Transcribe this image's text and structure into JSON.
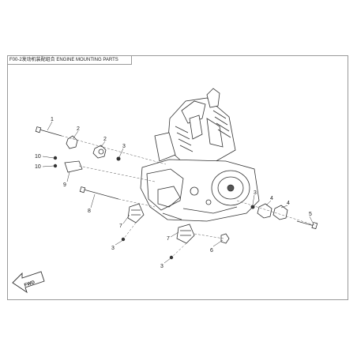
{
  "title": "F00-2发动机装配组合 ENGINE MOUNTING PARTS",
  "direction_badge": "FWD",
  "callouts": [
    "1",
    "2",
    "2",
    "3",
    "10",
    "10",
    "9",
    "8",
    "7",
    "3",
    "7",
    "3",
    "6",
    "3",
    "4",
    "4",
    "5"
  ]
}
